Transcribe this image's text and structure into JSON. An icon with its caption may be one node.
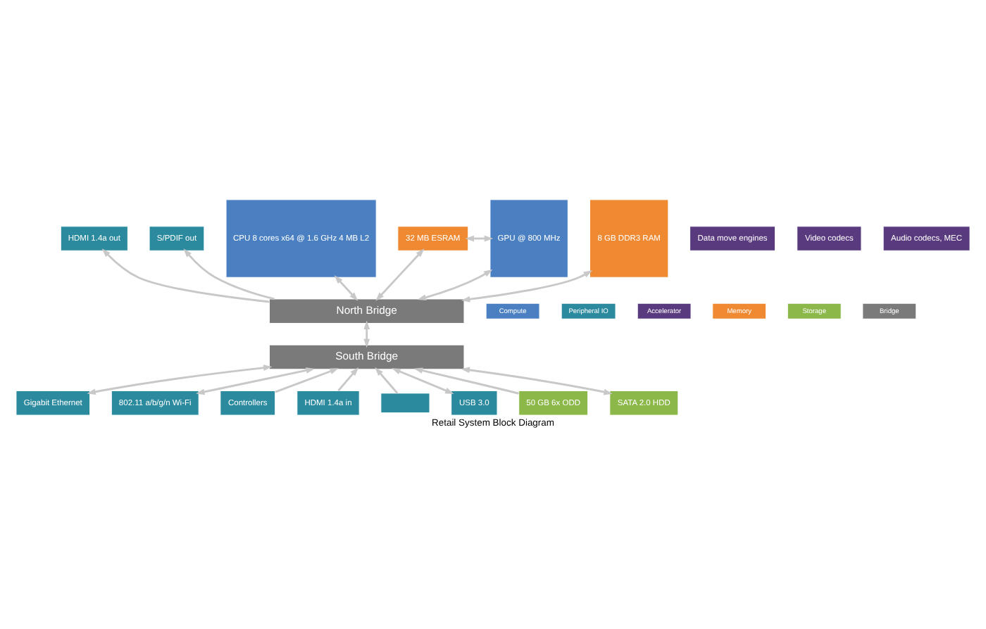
{
  "diagram": {
    "caption": "Retail System Block Diagram",
    "nodes": [
      {
        "text": [
          "HDMI 1.4a out"
        ]
      },
      {
        "text": [
          "S/PDIF out"
        ]
      },
      {
        "text": [
          "CPU 8 cores x64 @ 1.6 GHz 4 MB L2"
        ]
      },
      {
        "text": [
          "Data move engines"
        ]
      },
      {
        "text": [
          "Video codecs"
        ]
      },
      {
        "text": [
          "Audio codecs, MEC"
        ]
      },
      {
        "text": [
          "32 MB ESRAM"
        ]
      },
      {
        "text": [
          "GPU @ 800 MHz"
        ]
      },
      {
        "text": [
          "8 GB DDR3 RAM"
        ]
      },
      {
        "text": [
          "North Bridge"
        ]
      },
      {
        "text": [
          "Gigabit Ethernet"
        ]
      },
      {
        "text": [
          "South Bridge"
        ]
      },
      {
        "text": [
          "802.11 a/b/g/n Wi-Fi"
        ]
      },
      {
        "text": [
          "Controllers"
        ]
      },
      {
        "text": [
          "HDMI 1.4a in"
        ]
      },
      {
        "text": [],
        "shape": "box"
      },
      {
        "text": [
          "USB 3.0"
        ]
      },
      {
        "text": [
          "50 GB 6x ODD"
        ]
      },
      {
        "text": [
          "SATA 2.0 HDD"
        ]
      }
    ],
    "edges": [
      {
        "from": 9,
        "to": 0,
        "arrow": "to"
      },
      {
        "from": 9,
        "to": 1,
        "arrow": "to"
      },
      {
        "from": 9,
        "to": 2,
        "arrow": "both"
      },
      {
        "from": 9,
        "to": 6,
        "arrow": "both"
      },
      {
        "from": 6,
        "to": 7,
        "arrow": "both"
      },
      {
        "from": 9,
        "to": 7,
        "arrow": "both"
      },
      {
        "from": 9,
        "to": 8,
        "arrow": "both"
      },
      {
        "from": 11,
        "to": 9,
        "arrow": "both"
      },
      {
        "from": 10,
        "to": 11,
        "arrow": "both"
      },
      {
        "from": 12,
        "to": 11,
        "arrow": "both"
      },
      {
        "from": 13,
        "to": 11,
        "arrow": "to"
      },
      {
        "from": 14,
        "to": 11,
        "arrow": "to"
      },
      {
        "from": 15,
        "to": 11,
        "arrow": "to"
      },
      {
        "from": 16,
        "to": 11,
        "arrow": "both"
      },
      {
        "from": 17,
        "to": 11,
        "arrow": "to"
      },
      {
        "from": 18,
        "to": 11,
        "arrow": "both"
      }
    ],
    "legend": [
      {
        "text": "Compute",
        "color": "#4a80c2"
      },
      {
        "text": "Peripheral IO",
        "color": "#2b8a9e"
      },
      {
        "text": "Accelerator",
        "color": "#5a3a7e"
      },
      {
        "text": "Memory",
        "color": "#f08a32"
      },
      {
        "text": "Storage",
        "color": "#8cb84a"
      },
      {
        "text": "Bridge",
        "color": "#7a7a7a"
      }
    ]
  }
}
